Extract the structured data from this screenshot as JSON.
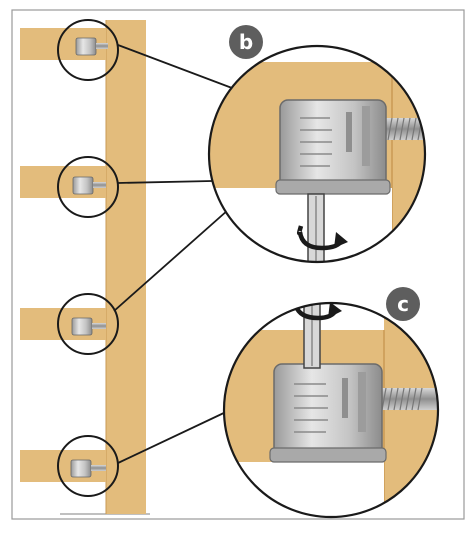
{
  "diagram": {
    "callouts": [
      {
        "id": "b",
        "label": "b",
        "view": "screwdriver-below-rotating"
      },
      {
        "id": "c",
        "label": "c",
        "view": "screwdriver-above-rotating"
      }
    ],
    "colors": {
      "wood": "#e3bc7c",
      "wood_dark": "#c99a55",
      "outline": "#1a1a1a",
      "cam_metal": "#b7b7b7",
      "cam_shadow": "#8a8a8a",
      "badge": "#5e5e5e",
      "badge_text": "#ffffff",
      "arrow": "#1a1a1a"
    },
    "icons": [
      "cam-lock-fitting",
      "screwdriver-tip",
      "rotation-arrow",
      "connector-bolt"
    ]
  }
}
